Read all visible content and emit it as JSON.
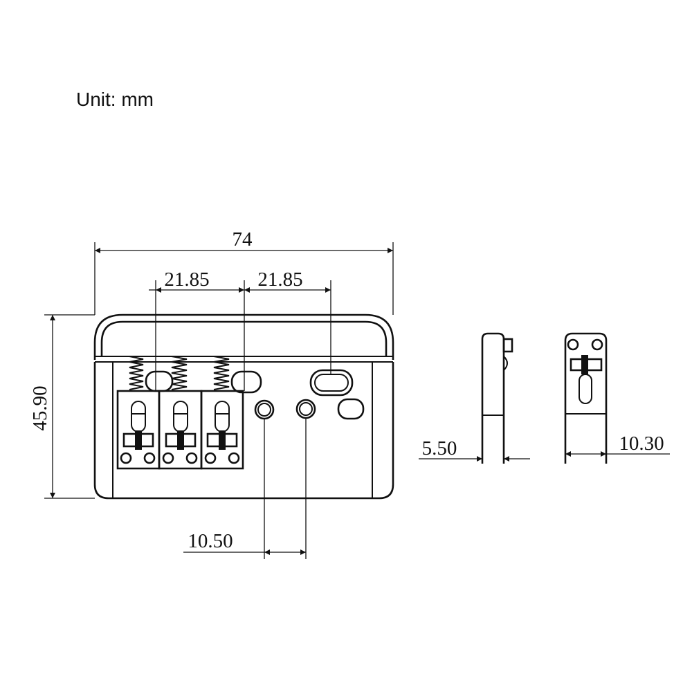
{
  "unit_label": "Unit: mm",
  "dimensions": {
    "total_width": "74",
    "saddle_spacing_1": "21.85",
    "saddle_spacing_2": "21.85",
    "height": "45.90",
    "hole_spacing": "10.50",
    "side_thickness": "5.50",
    "saddle_width": "10.30"
  },
  "colors": {
    "line": "#111111",
    "background": "#ffffff"
  }
}
